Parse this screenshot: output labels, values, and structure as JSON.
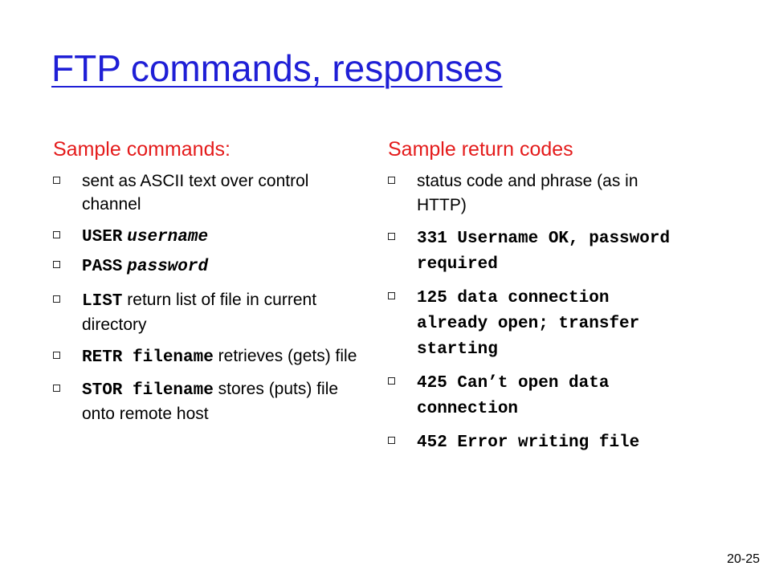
{
  "title": "FTP commands, responses",
  "commands": {
    "heading": "Sample commands:",
    "items": [
      {
        "text": "sent as ASCII text over control channel"
      },
      {
        "code": "USER",
        "arg": "username"
      },
      {
        "code": "PASS",
        "arg": "password"
      },
      {
        "code": "LIST",
        "text": "return list of file in current directory"
      },
      {
        "code": "RETR filename",
        "text": "retrieves (gets) file"
      },
      {
        "code": "STOR filename",
        "text": "stores (puts) file onto remote host"
      }
    ]
  },
  "return_codes": {
    "heading": "Sample return codes",
    "items": [
      {
        "text": "status code and phrase (as in HTTP)"
      },
      {
        "code": "331 Username OK, password required"
      },
      {
        "code": "125 data connection already open; transfer starting"
      },
      {
        "code": "425 Can’t open data connection"
      },
      {
        "code": "452 Error writing file"
      }
    ]
  },
  "slide_number": "20-25"
}
